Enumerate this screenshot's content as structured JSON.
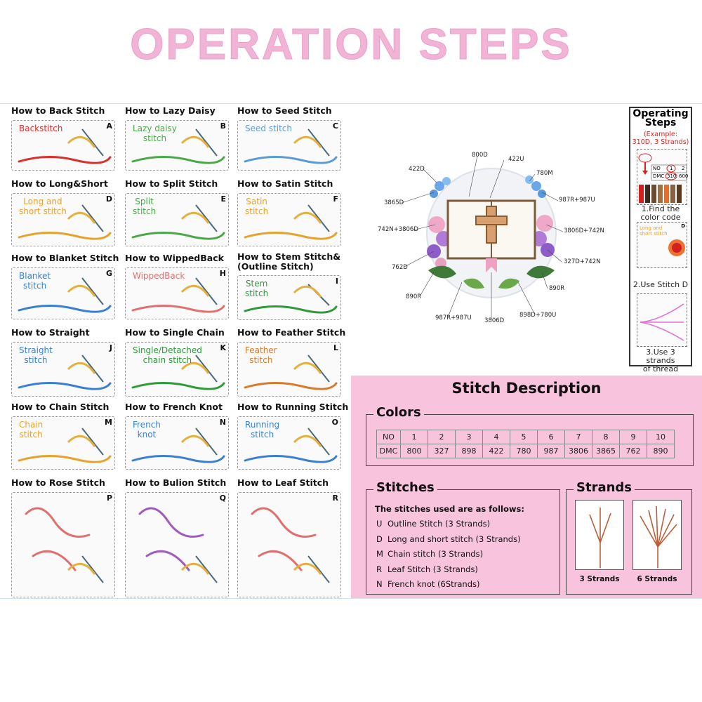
{
  "title": "OPERATION STEPS",
  "cells": [
    {
      "heading": "How to Back Stitch",
      "label": "Backstitch",
      "letter": "A",
      "color": "#d9302c"
    },
    {
      "heading": "How to Lazy Daisy",
      "label": "Lazy daisy\nstitch",
      "letter": "B",
      "color": "#4aa84a"
    },
    {
      "heading": "How to Seed Stitch",
      "label": "Seed stitch",
      "letter": "C",
      "color": "#5c9ad6"
    },
    {
      "heading": "How to Long&Short",
      "label": "Long and\nshort stitch",
      "letter": "D",
      "color": "#e6a22c"
    },
    {
      "heading": "How to Split Stitch",
      "label": "Split\nstitch",
      "letter": "E",
      "color": "#4aa84a"
    },
    {
      "heading": "How to Satin Stitch",
      "label": "Satin\nstitch",
      "letter": "F",
      "color": "#e6a22c"
    },
    {
      "heading": "How to Blanket Stitch",
      "label": "Blanket\nstitch",
      "letter": "G",
      "color": "#3b7fd0"
    },
    {
      "heading": "How to WippedBack",
      "label": "WippedBack",
      "letter": "H",
      "color": "#e07070"
    },
    {
      "heading": "How to Stem Stitch&\n(Outline Stitch)",
      "label": "Stem\nstitch",
      "letter": "I",
      "color": "#2e9a3a"
    },
    {
      "heading": "How to Straight",
      "label": "Straight\nstitch",
      "letter": "J",
      "color": "#3b7fd0"
    },
    {
      "heading": "How to Single Chain",
      "label": "Single/Detached\nchain stitch",
      "letter": "K",
      "color": "#2e9a3a"
    },
    {
      "heading": "How to Feather Stitch",
      "label": "Feather\nstitch",
      "letter": "L",
      "color": "#d87a2c"
    },
    {
      "heading": "How to Chain Stitch",
      "label": "Chain\nstitch",
      "letter": "M",
      "color": "#e6a22c"
    },
    {
      "heading": "How to French Knot",
      "label": "French\nknot",
      "letter": "N",
      "color": "#3b7fd0"
    },
    {
      "heading": "How to Running Stitch",
      "label": "Running\nstitch",
      "letter": "O",
      "color": "#3b7fd0"
    },
    {
      "heading": "How to Rose Stitch",
      "label": "",
      "letter": "P",
      "color": "#e07070"
    },
    {
      "heading": "How to Bulion Stitch",
      "label": "",
      "letter": "Q",
      "color": "#a05bc0"
    },
    {
      "heading": "How to Leaf Stitch",
      "label": "",
      "letter": "R",
      "color": "#e07070"
    }
  ],
  "pattern_labels": [
    "800D",
    "422U",
    "422D",
    "780M",
    "3865D",
    "987R+987U",
    "742N+3806D",
    "3806D+742N",
    "327D+742N",
    "762D",
    "890R",
    "890R",
    "987R+987U",
    "3806D",
    "898D+780U"
  ],
  "operating": {
    "title1": "Operating",
    "title2": "Steps",
    "example1": "(Example:",
    "example2": "310D, 3 Strands)",
    "mini_no": "NO",
    "mini_dmc": "DMC",
    "mini_n1": "1",
    "mini_n2": "2",
    "mini_v1": "310",
    "mini_v2": "600",
    "step1a": "1.Find the",
    "step1b": "color code",
    "step2": "2.Use Stitch D",
    "step3a": "3.Use 3 strands",
    "step3b": "of thread",
    "mini_label": "Long and\nshort stitch",
    "mini_letter": "D"
  },
  "description": {
    "heading": "Stitch Description",
    "colors_title": "Colors",
    "row_no": "NO",
    "row_dmc": "DMC",
    "nos": [
      "1",
      "2",
      "3",
      "4",
      "5",
      "6",
      "7",
      "8",
      "9",
      "10"
    ],
    "dmcs": [
      "800",
      "327",
      "898",
      "422",
      "780",
      "987",
      "3806",
      "3865",
      "762",
      "890"
    ],
    "stitches_title": "Stitches",
    "stitches_intro": "The stitches used are as follows:",
    "stitches": [
      {
        "code": "U",
        "text": "Outline Stitch  (3 Strands)"
      },
      {
        "code": "D",
        "text": "Long and short stitch  (3 Strands)"
      },
      {
        "code": "M",
        "text": "Chain stitch  (3 Strands)"
      },
      {
        "code": "R",
        "text": "Leaf Stitch  (3 Strands)"
      },
      {
        "code": "N",
        "text": "French knot  (6Strands)"
      }
    ],
    "strands_title": "Strands",
    "strand_caps": [
      "3 Strands",
      "6 Strands"
    ]
  }
}
